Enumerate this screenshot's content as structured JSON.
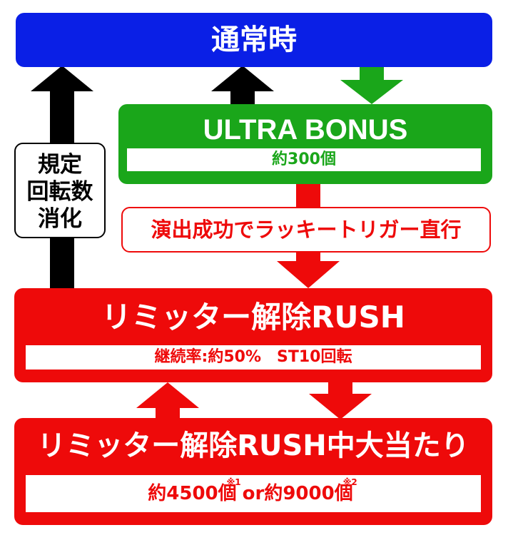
{
  "normal": {
    "label": "通常時",
    "color": "#0a1fe6"
  },
  "ultra_bonus": {
    "label": "ULTRA BONUS",
    "payout": "約300個",
    "color": "#1aa61a"
  },
  "trigger": {
    "label": "演出成功でラッキートリガー直行"
  },
  "rush": {
    "label": "リミッター解除RUSH",
    "detail": "継続率:約50%　ST10回転",
    "color": "#ee0a0a"
  },
  "rush_hit": {
    "label": "リミッター解除RUSH中大当たり",
    "payout_a": "約4500個",
    "note_a": "※1",
    "or": "or",
    "payout_b": "約9000個",
    "note_b": "※2"
  },
  "side_label": {
    "line1": "規定",
    "line2": "回転数",
    "line3": "消化"
  },
  "colors": {
    "arrow_black": "#000000",
    "arrow_green": "#1aa61a",
    "arrow_red": "#ee0a0a"
  }
}
